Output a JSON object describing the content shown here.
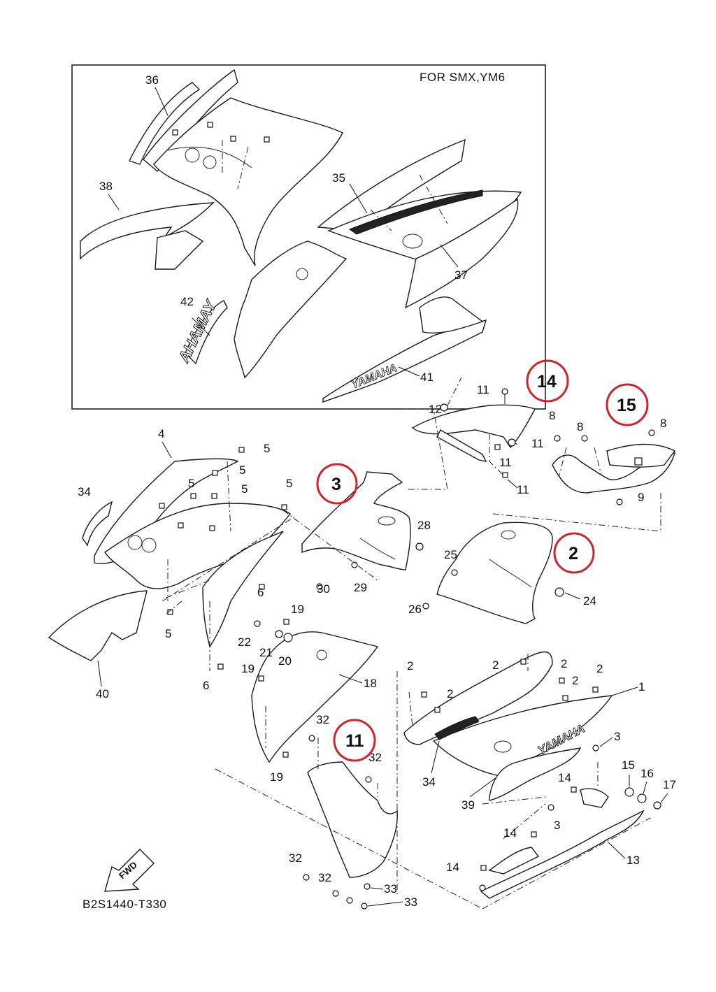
{
  "inset_note": "FOR SMX,YM6",
  "drawing_code": "B2S1440-T330",
  "fwd_label": "FWD",
  "decal_texts": {
    "yamaha_a": "YAMAHA",
    "yamaha_b": "YAMAHA",
    "logo_42": "AHAMAY"
  },
  "highlight_color": "#d0242a",
  "highlighted_parts": [
    "14",
    "15",
    "3",
    "2",
    "11"
  ],
  "part_numbers": {
    "p36": "36",
    "p38": "38",
    "p35": "35",
    "p37": "37",
    "p42": "42",
    "p41": "41",
    "p14a": "11",
    "p12": "12",
    "p11a": "11",
    "p11b": "11",
    "p11c": "11",
    "p8a": "8",
    "p8b": "8",
    "p8c": "8",
    "p9": "9",
    "p4": "4",
    "p5a": "5",
    "p5b": "5",
    "p5c": "5",
    "p5d": "5",
    "p5e": "5",
    "p5f": "5",
    "p34a": "34",
    "p28": "28",
    "p30": "30",
    "p29": "29",
    "p25": "25",
    "p26": "26",
    "p24": "24",
    "p6a": "6",
    "p6b": "6",
    "p19a": "19",
    "p22": "22",
    "p21": "21",
    "p20": "20",
    "p19b": "19",
    "p18": "18",
    "p19c": "19",
    "p40": "40",
    "p2a": "2",
    "p2b": "2",
    "p2c": "2",
    "p2d": "2",
    "p2e": "2",
    "p2f": "2",
    "p2g": "2",
    "p1": "1",
    "p3a": "3",
    "p3b": "3",
    "p34b": "34",
    "p39": "39",
    "p14b": "14",
    "p14c": "14",
    "p14d": "14",
    "p13": "13",
    "p15": "15",
    "p16": "16",
    "p17": "17",
    "p32a": "32",
    "p32b": "32",
    "p32c": "32",
    "p32d": "32",
    "p33a": "33",
    "p33b": "33"
  },
  "highlight_labels": {
    "h14": "14",
    "h15": "15",
    "h3": "3",
    "h2": "2",
    "h11": "11"
  }
}
